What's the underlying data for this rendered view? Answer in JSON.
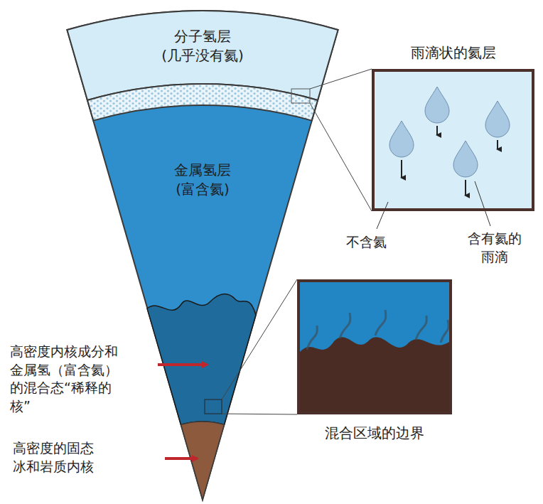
{
  "diagram": {
    "nodes": [
      {
        "text": [
          "分子氢层",
          "(几乎没有氦)"
        ]
      },
      {
        "text": [
          "金属氢层",
          "(富含氦)"
        ]
      },
      {
        "text": [
          "雨滴状的氦层"
        ]
      },
      {
        "text": [
          "混合区域的边界"
        ]
      }
    ],
    "labels": [
      "不含氦",
      "含有氦的雨滴",
      "高密度内核成分和金属氢（富含氦）的混合态“稀释的核”",
      "高密度的固态冰和岩质内核"
    ]
  }
}
